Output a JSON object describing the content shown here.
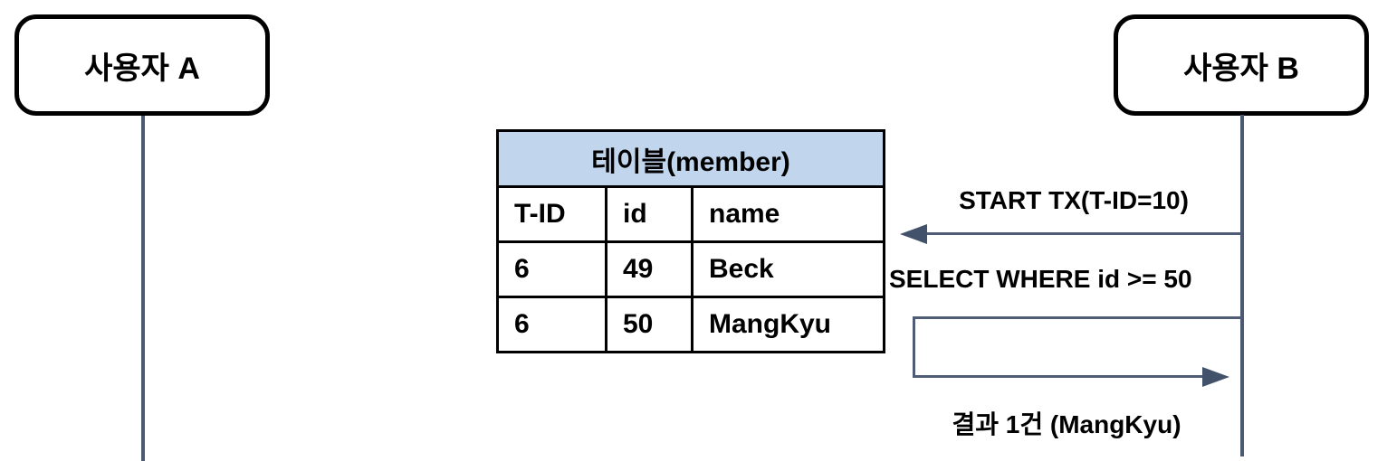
{
  "actors": {
    "a": {
      "label": "사용자 A"
    },
    "b": {
      "label": "사용자 B"
    }
  },
  "table": {
    "title": "테이블(member)",
    "columns": [
      "T-ID",
      "id",
      "name"
    ],
    "rows": [
      [
        "6",
        "49",
        "Beck"
      ],
      [
        "6",
        "50",
        "MangKyu"
      ]
    ]
  },
  "messages": {
    "start_tx": {
      "label": "START TX(T-ID=10)",
      "direction": "b-to-left"
    },
    "select": {
      "label": "SELECT WHERE id >= 50",
      "direction": "self-loop-on-b"
    },
    "result": {
      "label": "결과 1건 (MangKyu)",
      "direction": "return-to-b"
    }
  },
  "colors": {
    "table_header_bg": "#c1d5ec",
    "line": "#4e5d75",
    "arrowhead": "#42526b",
    "box_border": "#000000",
    "text": "#000000"
  }
}
